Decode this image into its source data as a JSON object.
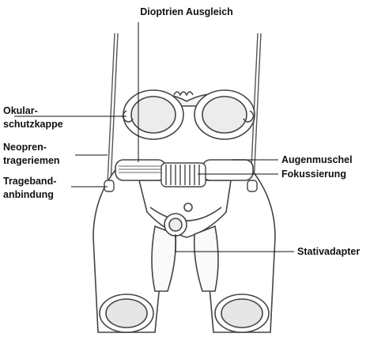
{
  "diagram": {
    "labels": {
      "dioptrien": "Dioptrien Ausgleich",
      "okular_line1": "Okular-",
      "okular_line2": "schutzkappe",
      "neopren_line1": "Neopren-",
      "neopren_line2": "trageriemen",
      "trageband_line1": "Trageband-",
      "trageband_line2": "anbindung",
      "augenmuschel": "Augenmuschel",
      "fokussierung": "Fokussierung",
      "stativadapter": "Stativadapter"
    }
  }
}
